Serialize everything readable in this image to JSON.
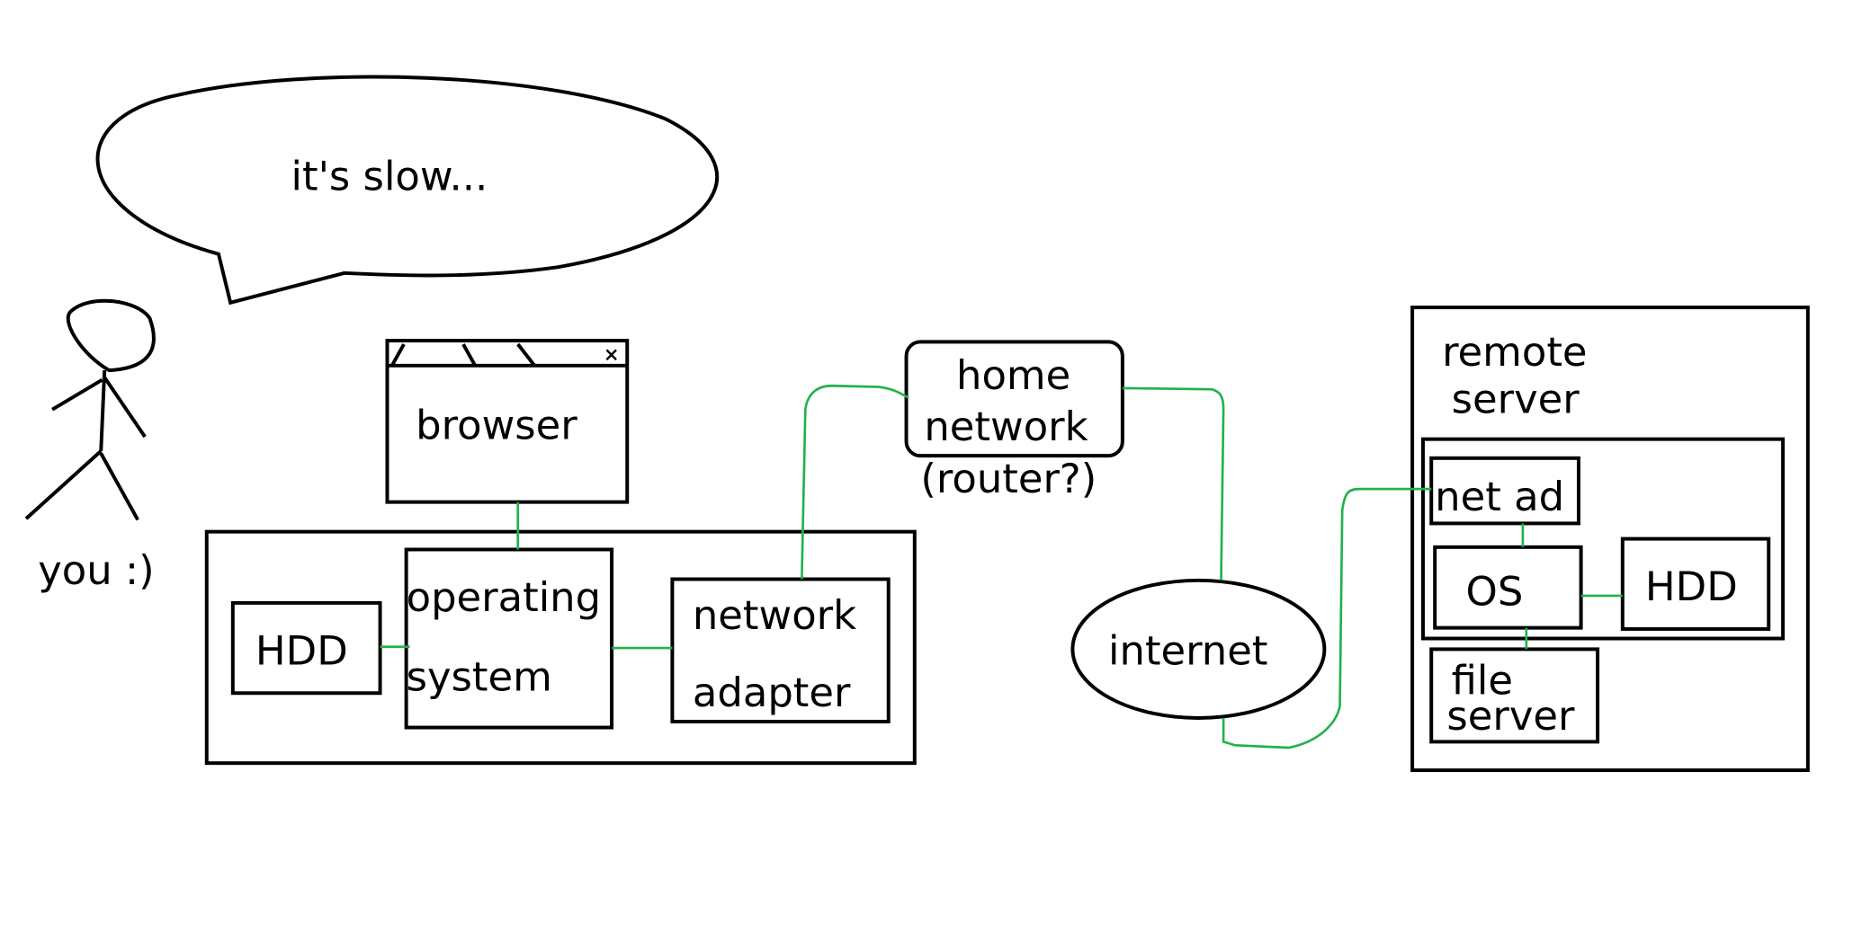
{
  "colors": {
    "outline": "#000000",
    "connection": "#22b14c",
    "background": "#ffffff"
  },
  "speech_bubble": {
    "text": "it's slow..."
  },
  "person": {
    "label": "you :)"
  },
  "browser": {
    "label": "browser",
    "close_glyph": "×"
  },
  "local_machine": {
    "hdd": "HDD",
    "os_line1": "operating",
    "os_line2": "system",
    "net_line1": "network",
    "net_line2": "adapter"
  },
  "home_network": {
    "line1": "home",
    "line2": "network",
    "note": "(router?)"
  },
  "internet": {
    "label": "internet"
  },
  "remote_server": {
    "title_line1": "remote",
    "title_line2": "server",
    "net_ad": "net ad",
    "os": "OS",
    "hdd": "HDD",
    "file_line1": "file",
    "file_line2": "server"
  }
}
